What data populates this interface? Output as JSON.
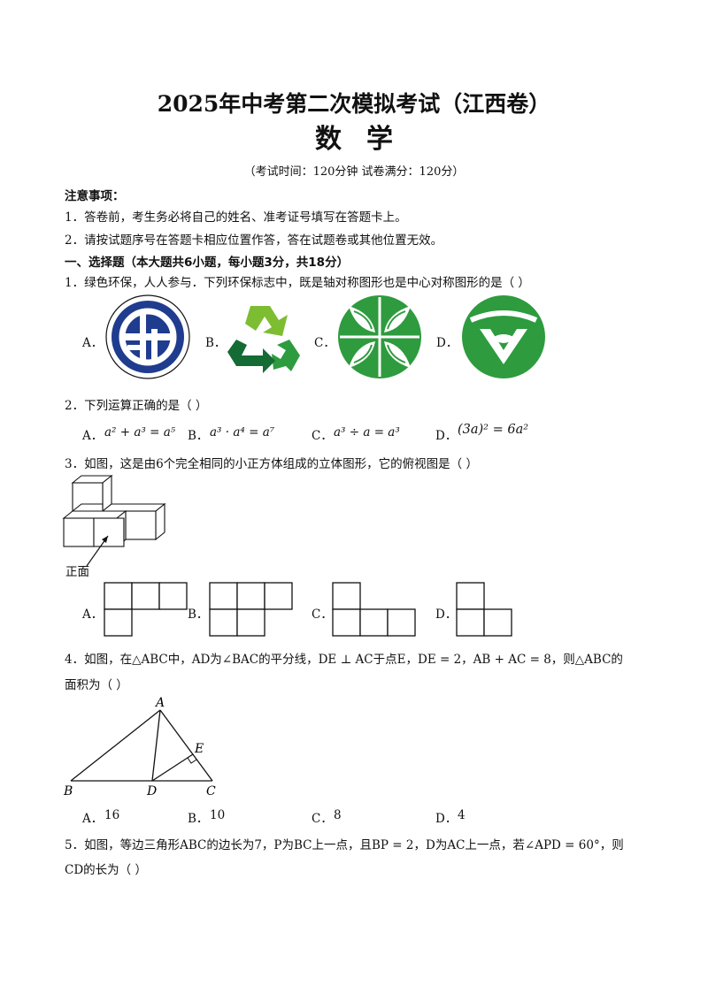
{
  "header": {
    "title": "2025年中考第二次模拟考试（江西卷）",
    "subject": "数学",
    "info": "（考试时间：120分钟  试卷满分：120分）"
  },
  "notes": {
    "heading": "注意事项：",
    "items": [
      "1．答卷前，考生务必将自己的姓名、准考证号填写在答题卡上。",
      "2．请按试题序号在答题卡相应位置作答，答在试题卷或其他位置无效。"
    ]
  },
  "section1": {
    "heading": "一、选择题（本大题共6小题，每小题3分，共18分）"
  },
  "q1": {
    "stem": "1．绿色环保，人人参与．下列环保标志中，既是轴对称图形也是中心对称图形的是（   ）",
    "labels": [
      "A．",
      "B．",
      "C．",
      "D．"
    ],
    "colors": {
      "navy": "#1f3c8e",
      "green": "#2e9b3e",
      "lime": "#7dbd32",
      "darkgreen": "#146b33"
    }
  },
  "q2": {
    "stem": "2．下列运算正确的是（   ）",
    "labels": [
      "A．",
      "B．",
      "C．",
      "D．"
    ],
    "options": [
      "a² + a³ = a⁵",
      "a³ · a⁴ = a⁷",
      "a³ ÷ a = a³",
      "(3a)² = 6a²"
    ]
  },
  "q3": {
    "stem": "3．如图，这是由6个完全相同的小正方体组成的立体图形，它的俯视图是（   ）",
    "front_label": "正面",
    "labels": [
      "A．",
      "B．",
      "C．",
      "D．"
    ]
  },
  "q4": {
    "stem_line1": "4．如图，在△ABC中，AD为∠BAC的平分线，DE ⊥ AC于点E，DE = 2，AB + AC = 8，则△ABC的",
    "stem_line2": "面积为（   ）",
    "points": {
      "A": "A",
      "B": "B",
      "C": "C",
      "D": "D",
      "E": "E"
    },
    "labels": [
      "A．",
      "B．",
      "C．",
      "D．"
    ],
    "options": [
      "16",
      "10",
      "8",
      "4"
    ]
  },
  "q5": {
    "stem_line1": "5．如图，等边三角形ABC的边长为7，P为BC上一点，且BP = 2，D为AC上一点，若∠APD = 60°，则",
    "stem_line2": "CD的长为（   ）"
  }
}
